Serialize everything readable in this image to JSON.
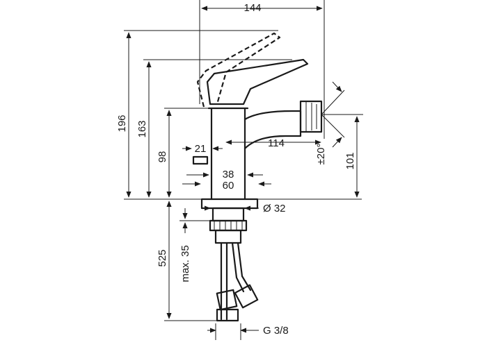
{
  "dimensions": {
    "width_144": "144",
    "height_196": "196",
    "height_163": "163",
    "height_98": "98",
    "spout_21": "21",
    "spout_114": "114",
    "base_38": "38",
    "base_60": "60",
    "height_101": "101",
    "angle_20": "±20°",
    "diameter_32": "Ø 32",
    "length_525": "525",
    "max_35": "max. 35",
    "thread": "G 3/8"
  }
}
